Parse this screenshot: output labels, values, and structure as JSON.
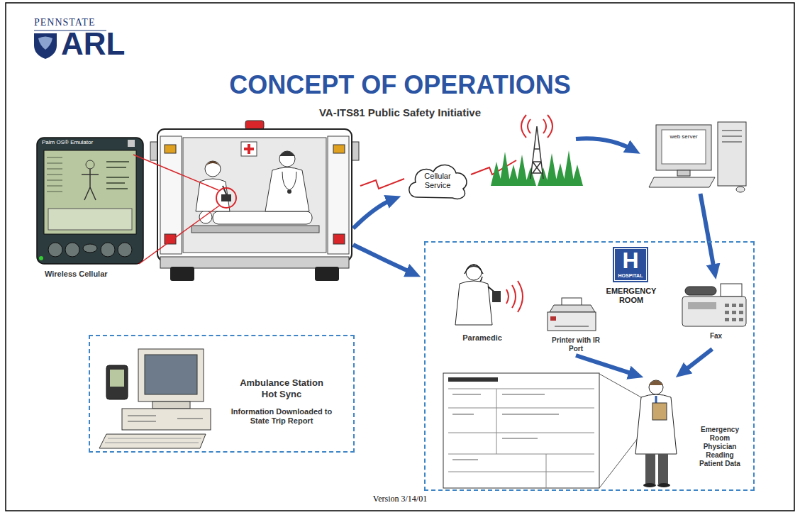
{
  "diagram": {
    "title": "CONCEPT OF OPERATIONS",
    "nodes": [
      {
        "text": [
          "Palm OS® Emulator",
          "Wireless Cellular"
        ]
      },
      {
        "text": [
          "Cellular Service"
        ]
      },
      {
        "text": [
          "web server"
        ]
      },
      {
        "text": [
          "EMERGENCY ROOM"
        ]
      },
      {
        "text": [
          "Paramedic"
        ],
        "in": 3
      },
      {
        "text": [
          "H",
          "HOSPITAL"
        ],
        "in": 3
      },
      {
        "text": [
          "Printer with IR Port"
        ],
        "in": 3
      },
      {
        "text": [
          "Fax"
        ],
        "in": 3
      },
      {
        "text": [
          "Emergency Room Physician Reading Patient Data"
        ],
        "in": 3
      },
      {
        "text": [
          "Ambulance Station Hot Sync",
          "Information Downloaded to State Trip Report"
        ]
      }
    ],
    "edges": [
      {
        "from": 2,
        "to": 7,
        "arrow": "to"
      },
      {
        "from": 6,
        "to": 8,
        "arrow": "to"
      },
      {
        "from": 7,
        "to": 8,
        "arrow": "to"
      }
    ],
    "labels": [
      "PENNSTATE",
      "ARL",
      "VA-ITS81 Public Safety Initiative",
      "Version 3/14/01"
    ]
  }
}
